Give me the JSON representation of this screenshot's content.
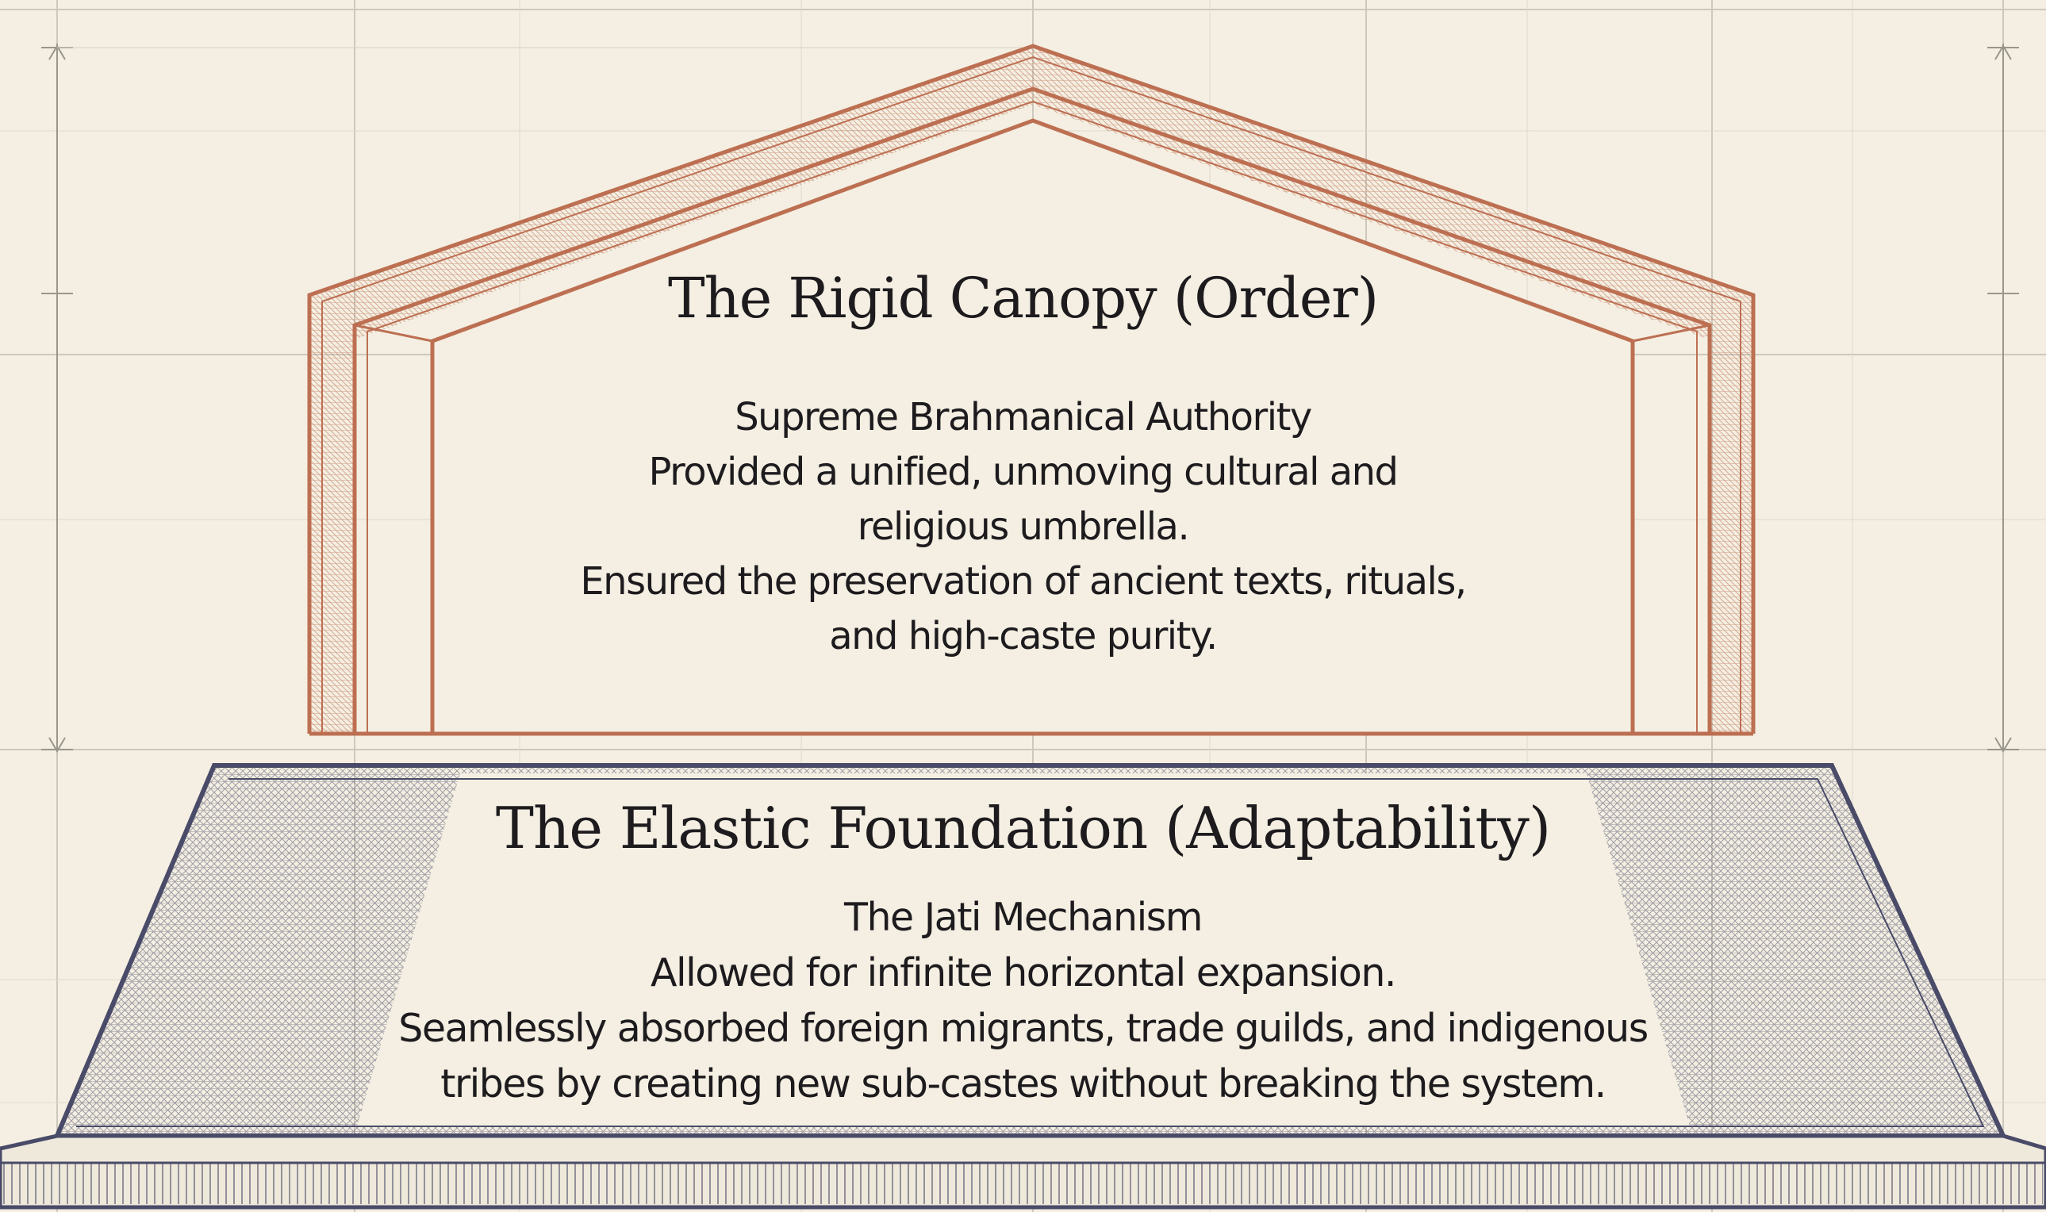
{
  "colors": {
    "background": "#f4efe2",
    "grid": "#cdc8bb",
    "canopy": "#bd6f52",
    "foundation": "#4a4b68",
    "text": "#1d1b1e"
  },
  "canopy": {
    "title": "The Rigid Canopy (Order)",
    "lines": [
      "Supreme Brahmanical Authority",
      "Provided a unified, unmoving cultural and",
      "religious umbrella.",
      "Ensured the preservation of ancient texts, rituals,",
      "and high-caste purity."
    ]
  },
  "foundation": {
    "title": "The Elastic Foundation (Adaptability)",
    "lines": [
      "The Jati Mechanism",
      "Allowed for infinite horizontal expansion.",
      "Seamlessly absorbed foreign migrants, trade guilds, and indigenous",
      "tribes by creating new sub-castes without breaking the system."
    ]
  }
}
